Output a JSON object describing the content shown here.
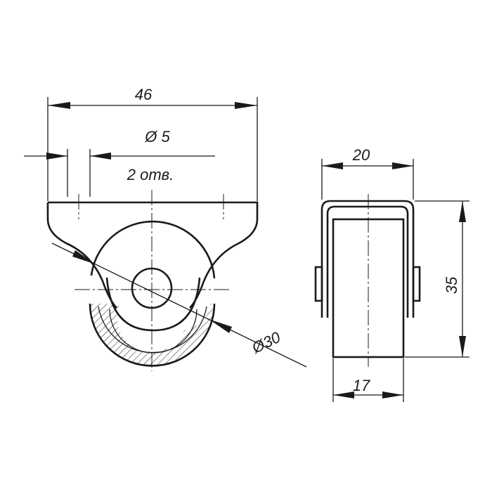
{
  "drawing": {
    "dimensions": {
      "overall_width": "46",
      "hole_diameter": "Ø 5",
      "hole_count": "2 отв.",
      "wheel_diameter": "Ø30",
      "frame_width": "20",
      "height": "35",
      "wheel_width": "17"
    }
  }
}
